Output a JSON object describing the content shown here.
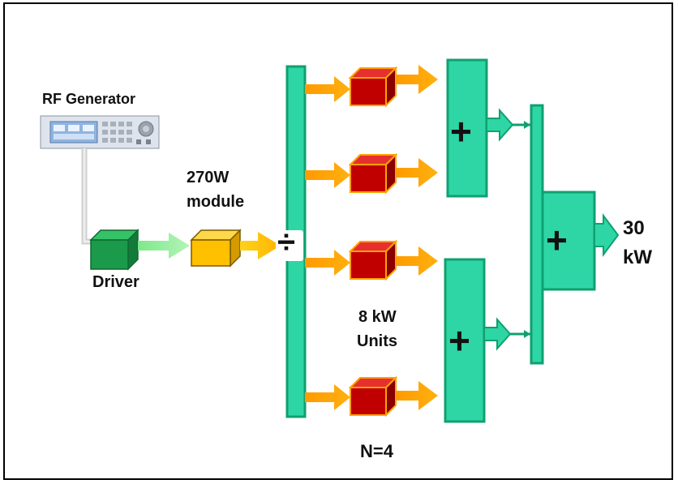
{
  "labels": {
    "rf_generator": "RF Generator",
    "module_line1": "270W",
    "module_line2": "module",
    "driver": "Driver",
    "units_line1": "8 kW",
    "units_line2": "Units",
    "n_count": "N=4",
    "output_line1": "30",
    "output_line2": "kW"
  },
  "symbols": {
    "divider": "÷",
    "combiner": "+"
  },
  "colors": {
    "driver": "#1a9a4a",
    "module": "#ffc000",
    "amp_unit": "#c00000",
    "combiner": "#2ed6a6",
    "combiner_border": "#10a070",
    "arrow_orange": "#ffa200",
    "arrow_green": "#9cf0a0",
    "arrow_teal": "#10a070"
  }
}
